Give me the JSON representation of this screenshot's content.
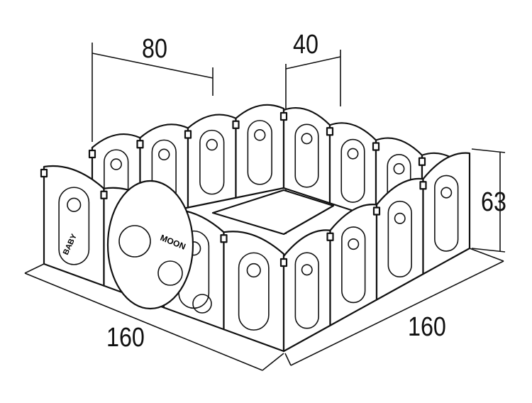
{
  "figure": {
    "subject": "playpen-dimension-drawing",
    "dimensions": {
      "panel_width": "80",
      "gap_width": "40",
      "height": "63",
      "left_length": "160",
      "right_length": "160"
    },
    "panel_lettering": [
      "BABY",
      "MOON"
    ],
    "colors": {
      "line": "#111111",
      "background": "#ffffff"
    }
  }
}
